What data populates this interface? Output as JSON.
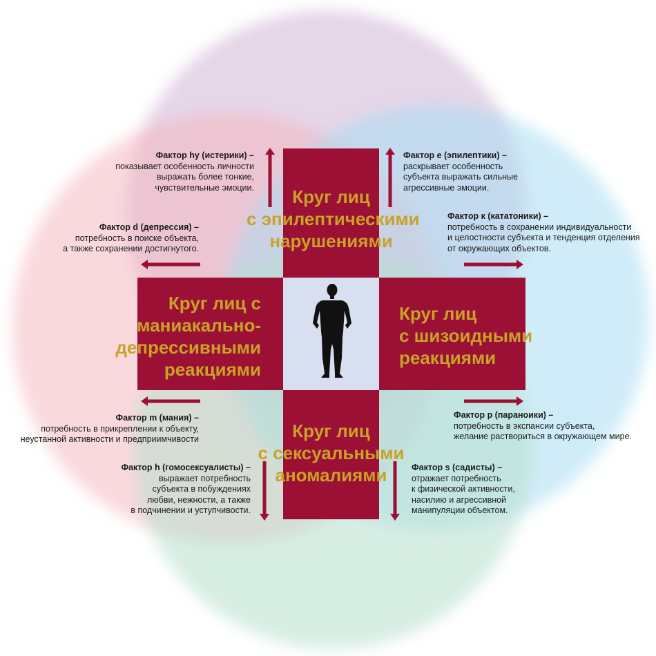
{
  "colors": {
    "block": "#9b1034",
    "center": "#d8dff0",
    "label": "#c9a227",
    "arrow": "#9b1034",
    "circle_top": "#cfb5d6",
    "circle_left": "#f5b3bb",
    "circle_right": "#a9dcf3",
    "circle_bottom": "#b6e0cd"
  },
  "icons": {
    "person": "person-silhouette-icon",
    "arrow": "arrow-icon"
  },
  "circles": {
    "top": {
      "lines": [
        "Круг лиц",
        "с эпилептическими",
        "нарушениями"
      ]
    },
    "left": {
      "lines": [
        "Круг лиц с",
        "маниакально-",
        "депрессивными",
        "реакциями"
      ]
    },
    "right": {
      "lines": [
        "Круг лиц",
        "с шизоидными",
        "реакциями"
      ]
    },
    "bottom": {
      "lines": [
        "Круг лиц",
        "с сексуальными",
        "аномалиями"
      ]
    }
  },
  "factors": {
    "hy": {
      "title": "Фактор hy (истерики) –",
      "lines": [
        "показывает особенность личности",
        "выражать более тонкие,",
        "чувствительные эмоции."
      ]
    },
    "e": {
      "title": "Фактор e (эпилептики) –",
      "lines": [
        "раскрывает особенность",
        "субъекта выражать сильные",
        "агрессивные эмоции."
      ]
    },
    "d": {
      "title": "Фактор d (депрессия) –",
      "lines": [
        "потребность в поиске объекта,",
        "а также сохранении достигнутого."
      ]
    },
    "k": {
      "title": "Фактор к (кататоники) –",
      "lines": [
        "потребность в сохранении индивидуальности",
        "и целостности субъекта и тенденция отделения",
        "от окружающих объектов."
      ]
    },
    "m": {
      "title": "Фактор m (мания) –",
      "lines": [
        "потребность в прикреплении к объекту,",
        "неустанной активности и предприимчивости"
      ]
    },
    "p": {
      "title": "Фактор p (параноики) –",
      "lines": [
        "потребность в экспансии субъекта,",
        "желание раствориться в окружающем мире."
      ]
    },
    "h": {
      "title": "Фактор h (гомосексуалисты) –",
      "lines": [
        "выражает потребность",
        "субъекта в побуждениях",
        "любви, нежности, а также",
        "в подчинении и уступчивости."
      ]
    },
    "s": {
      "title": "Фактор s (садисты) –",
      "lines": [
        "отражает потребность",
        "к физической активности,",
        "насилию и агрессивной",
        "манипуляции объектом."
      ]
    }
  }
}
